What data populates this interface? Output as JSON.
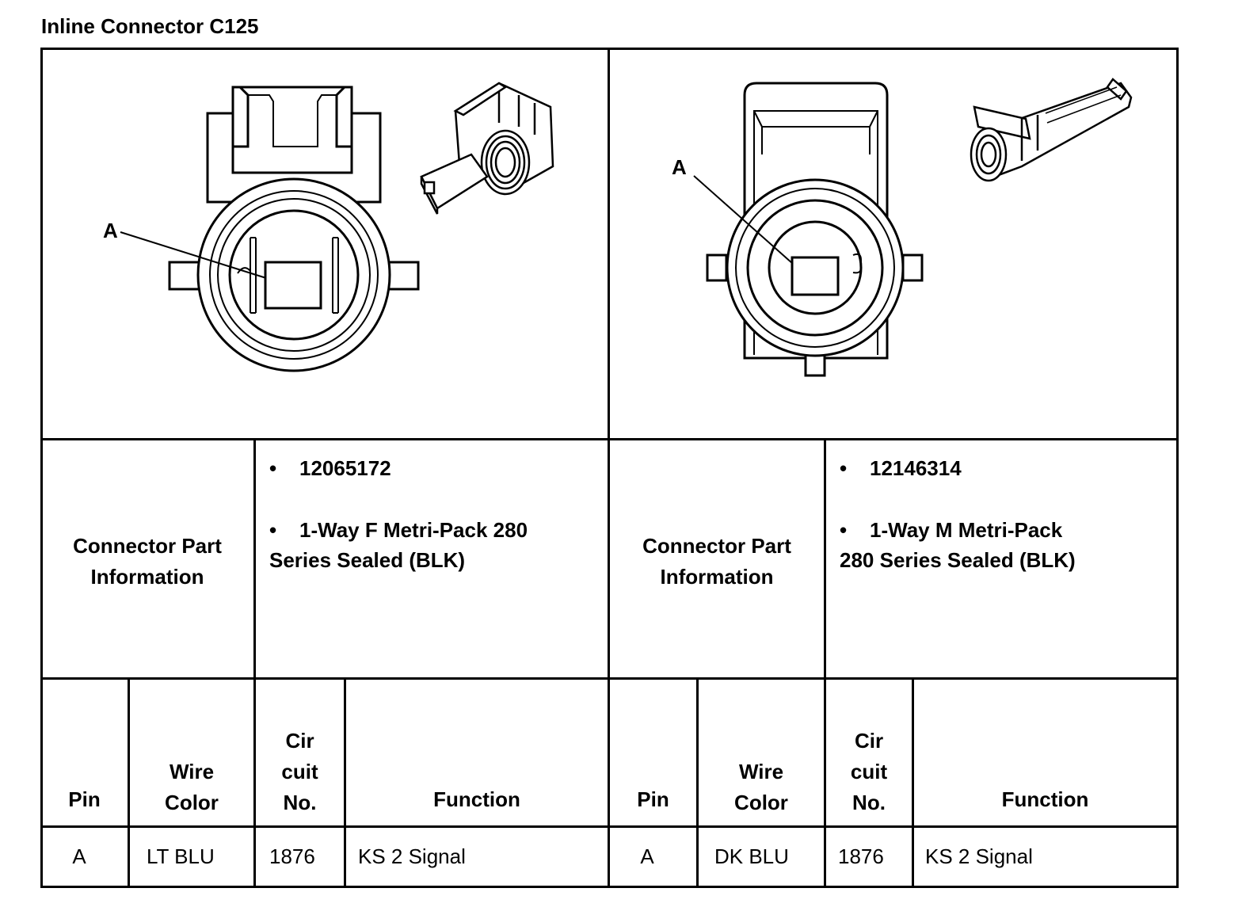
{
  "title": "Inline Connector C125",
  "left": {
    "callout": "A",
    "info_label_1": "Connector Part",
    "info_label_2": "Information",
    "part_number": "12065172",
    "description_1": "1-Way F Metri-Pack 280",
    "description_2": "Series Sealed (BLK)",
    "headers": {
      "pin": "Pin",
      "wire_1": "Wire",
      "wire_2": "Color",
      "cir_1": "Cir",
      "cir_2": "cuit",
      "cir_3": "No.",
      "function": "Function"
    },
    "row": {
      "pin": "A",
      "wire_color": "LT BLU",
      "circuit": "1876",
      "function": "KS 2 Signal"
    }
  },
  "right": {
    "callout": "A",
    "info_label_1": "Connector Part",
    "info_label_2": "Information",
    "part_number": "12146314",
    "description_1": "1-Way M Metri-Pack",
    "description_2": "280 Series Sealed (BLK)",
    "headers": {
      "pin": "Pin",
      "wire_1": "Wire",
      "wire_2": "Color",
      "cir_1": "Cir",
      "cir_2": "cuit",
      "cir_3": "No.",
      "function": "Function"
    },
    "row": {
      "pin": "A",
      "wire_color": "DK BLU",
      "circuit": "1876",
      "function": "KS 2 Signal"
    }
  },
  "bullet_glyph": "•"
}
